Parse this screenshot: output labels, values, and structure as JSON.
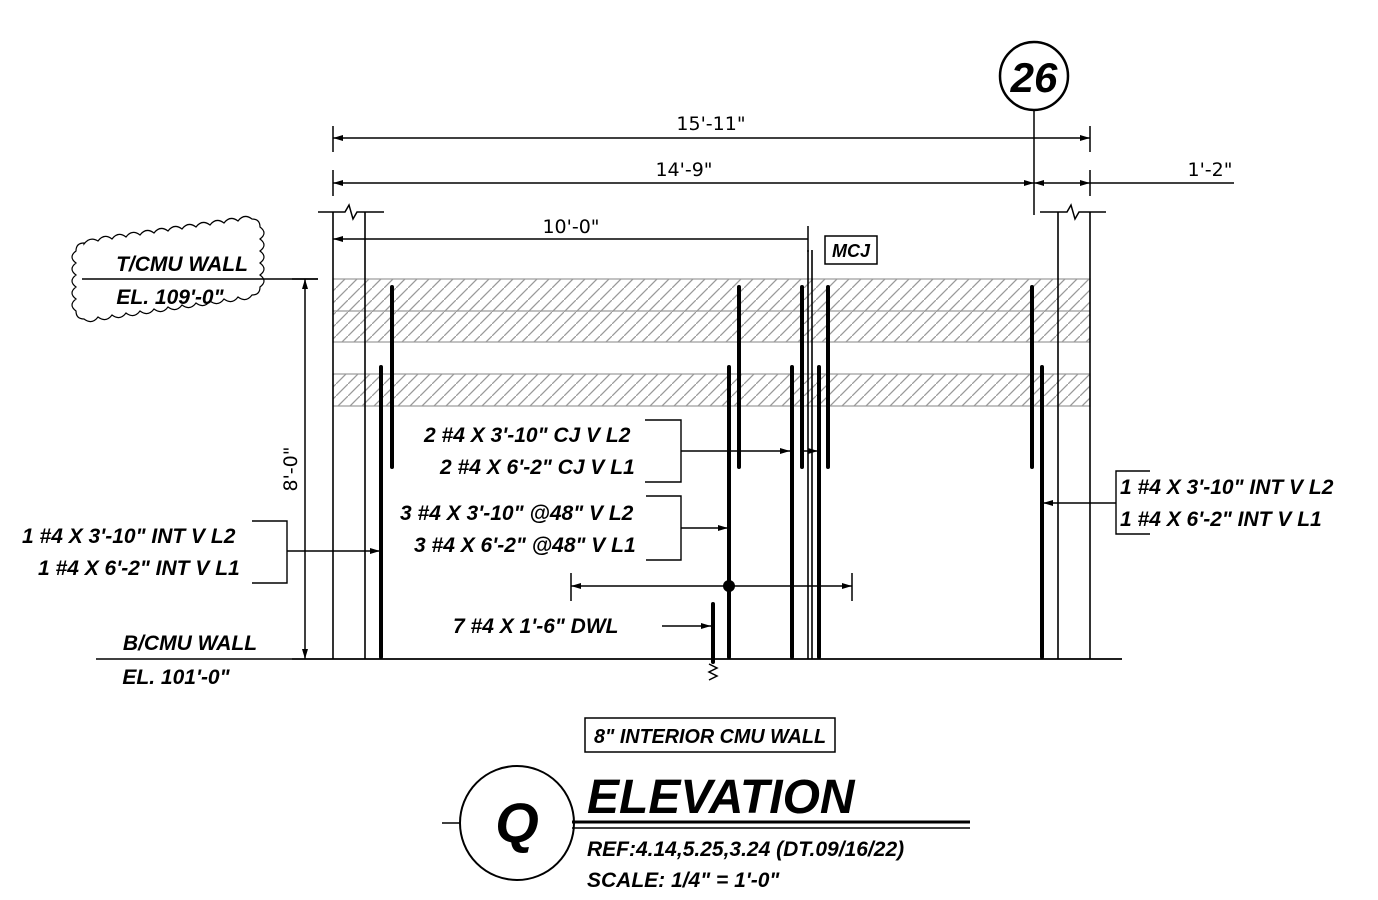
{
  "grid_bubble": "26",
  "dimensions": {
    "overall": "15'-11\"",
    "to_grid": "14'-9\"",
    "beyond_grid": "1'-2\"",
    "to_joint": "10'-0\"",
    "height": "8'-0\""
  },
  "joint_tag": "MCJ",
  "top_of_wall": {
    "label": "T/CMU WALL",
    "elevation": "EL. 109'-0\""
  },
  "bottom_of_wall": {
    "label": "B/CMU WALL",
    "elevation": "EL. 101'-0\""
  },
  "callouts": {
    "left": {
      "line1_main": "1 #4 X 3'-10\"  INT V ",
      "line1_tag": "L2",
      "line2_main": "1 #4 X 6'-2\"  INT V ",
      "line2_tag": "L1"
    },
    "cj": {
      "line1_main": "2 #4 X 3'-10\"  CJ V ",
      "line1_tag": "L2",
      "line2_main": "2 #4 X 6'-2\"  CJ V ",
      "line2_tag": "L1"
    },
    "spaced": {
      "line1_main": "3 #4 X 3'-10\" @48\" V ",
      "line1_tag": "L2",
      "line2_main": "3 #4 X 6'-2\" @48\" V ",
      "line2_tag": "L1"
    },
    "dowel": "7 #4 X 1'-6\"  DWL",
    "right": {
      "line1_main": "1 #4 X 3'-10\"  INT V L2",
      "line2_main": "1 #4 X 6'-2\"  INT V L1"
    }
  },
  "wall_type": "8\" INTERIOR CMU WALL",
  "title_block": {
    "mark": "Q",
    "title": "ELEVATION",
    "ref": "REF:4.14,5.25,3.24 (DT.09/16/22)",
    "scale": "SCALE: 1/4\" = 1'-0\""
  }
}
